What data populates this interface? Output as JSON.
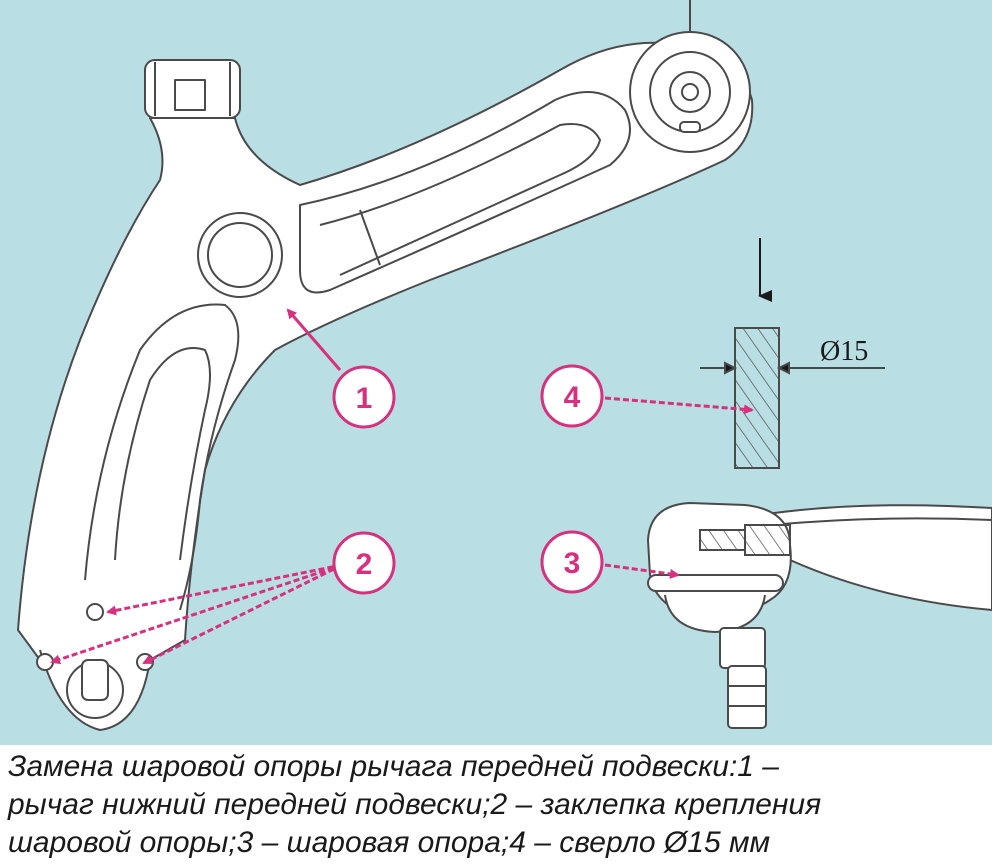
{
  "colors": {
    "background": "#b9dee3",
    "callout": "#d6307e",
    "line": "#4a4a4a",
    "part_fill": "#ffffff"
  },
  "callouts": [
    {
      "id": "1",
      "label": "1"
    },
    {
      "id": "2",
      "label": "2"
    },
    {
      "id": "3",
      "label": "3"
    },
    {
      "id": "4",
      "label": "4"
    }
  ],
  "dimension": {
    "label": "Ø15"
  },
  "caption": {
    "line1": "Замена шаровой опоры рычага передней подвески:1 –",
    "line2": "рычаг нижний передней подвески;2 – заклепка крепления",
    "line3": "шаровой опоры;3 – шаровая опора;4 – сверло Ø15 мм"
  }
}
